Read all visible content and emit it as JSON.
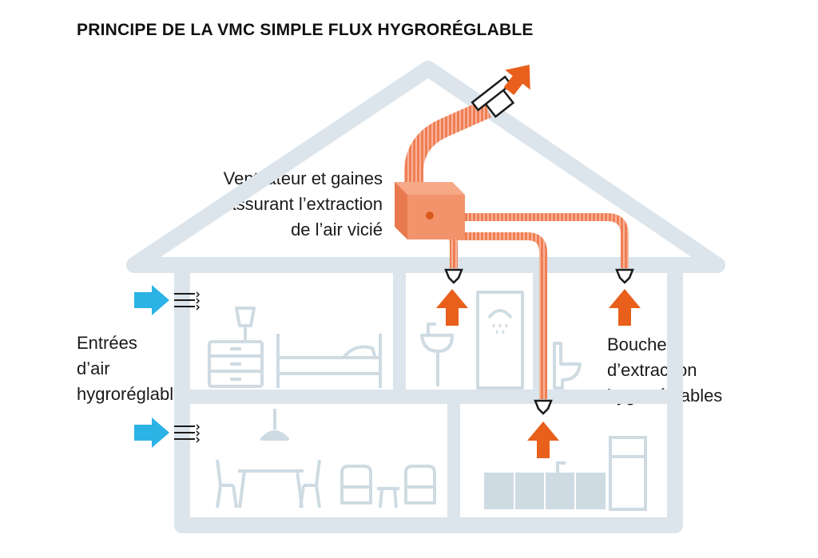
{
  "title": "PRINCIPE DE LA VMC SIMPLE FLUX HYGRORÉGLABLE",
  "labels": {
    "fan": [
      "Ventilateur et gaines",
      "assurant l’extraction",
      "de l’air vicié"
    ],
    "inlets": [
      "Entrées",
      "d’air",
      "hygroréglables"
    ],
    "outlets": [
      "Bouches",
      "d’extraction",
      "hygroréglables"
    ]
  },
  "colors": {
    "house": "#dce5ec",
    "house_stroke": "#c9d6df",
    "duct": "#f07e55",
    "duct_stripe": "#f6b59a",
    "extract_arrow": "#e8601c",
    "inlet_arrow": "#2bb3e6",
    "text": "#1a1a1a"
  }
}
